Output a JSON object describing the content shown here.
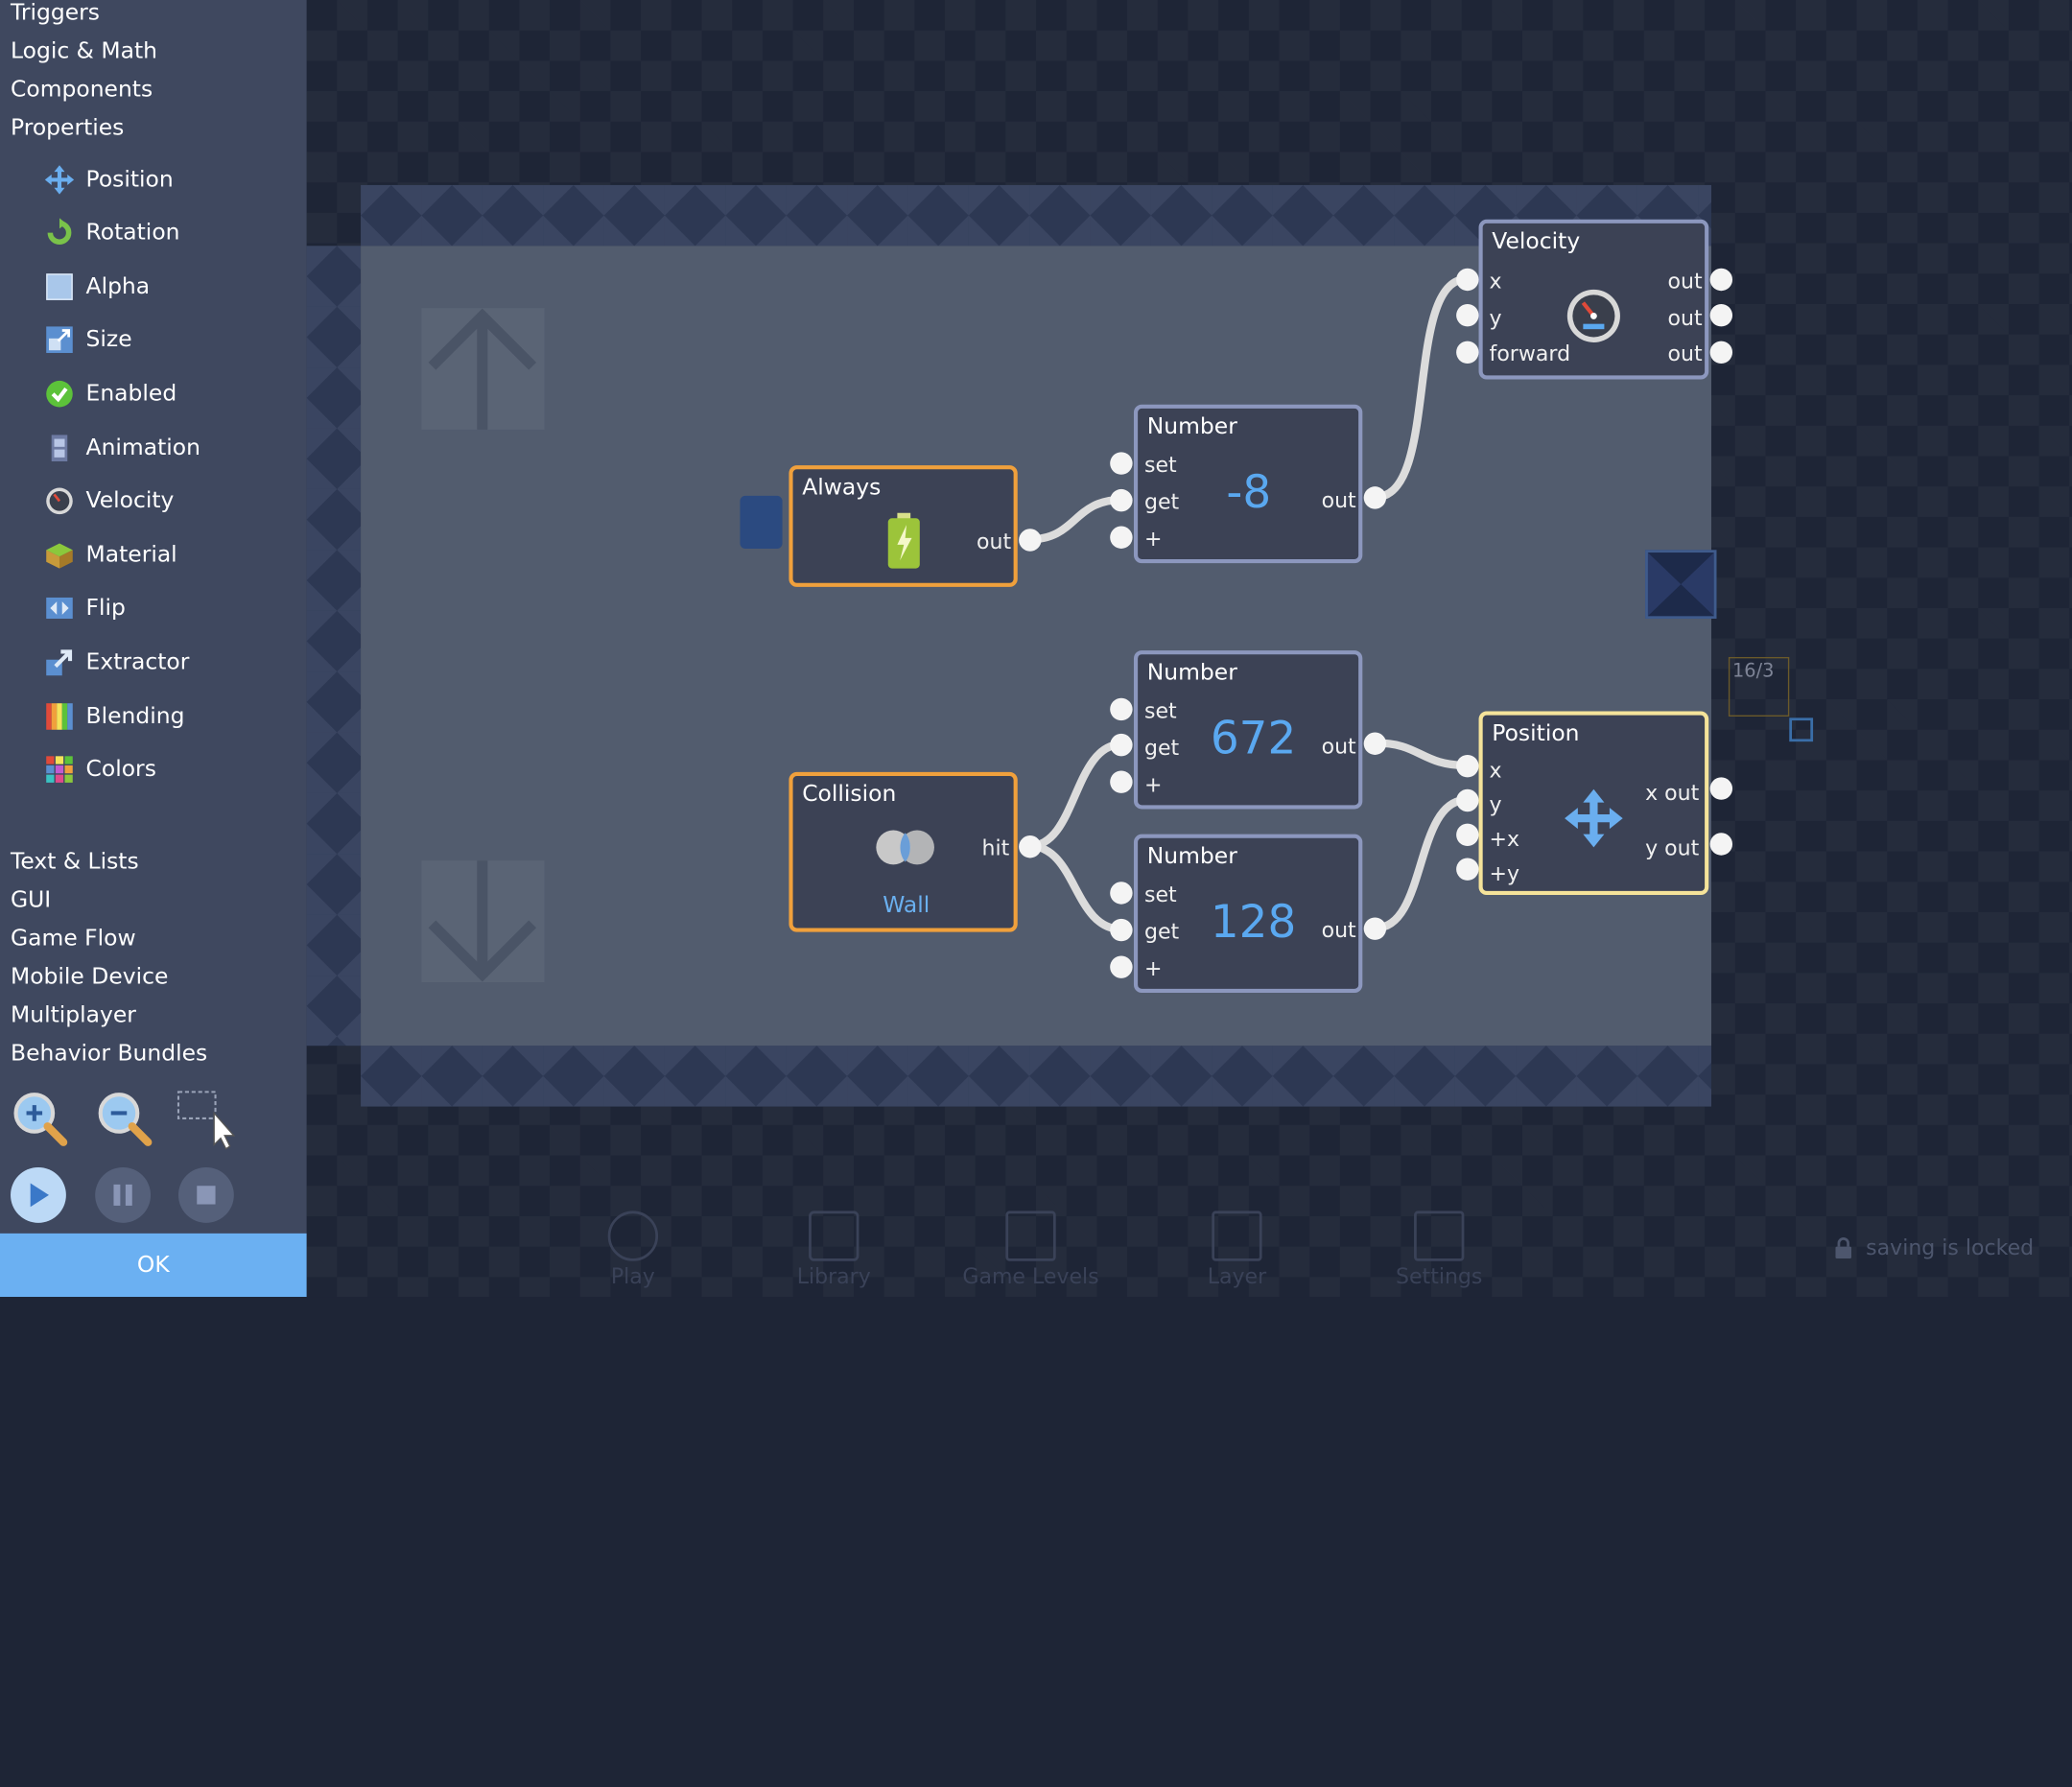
{
  "sidebar": {
    "categories_top": [
      "Triggers",
      "Logic & Math",
      "Components",
      "Properties"
    ],
    "properties": [
      {
        "label": "Position",
        "icon": "move-icon"
      },
      {
        "label": "Rotation",
        "icon": "rotation-icon"
      },
      {
        "label": "Alpha",
        "icon": "alpha-icon"
      },
      {
        "label": "Size",
        "icon": "size-icon"
      },
      {
        "label": "Enabled",
        "icon": "checkmark-icon"
      },
      {
        "label": "Animation",
        "icon": "filmstrip-icon"
      },
      {
        "label": "Velocity",
        "icon": "speedometer-icon"
      },
      {
        "label": "Material",
        "icon": "material-cube-icon"
      },
      {
        "label": "Flip",
        "icon": "flip-icon"
      },
      {
        "label": "Extractor",
        "icon": "extractor-icon"
      },
      {
        "label": "Blending",
        "icon": "blending-icon"
      },
      {
        "label": "Colors",
        "icon": "colors-grid-icon"
      }
    ],
    "categories_bottom": [
      "Text & Lists",
      "GUI",
      "Game Flow",
      "Mobile Device",
      "Multiplayer",
      "Behavior Bundles"
    ],
    "ok_label": "OK"
  },
  "nodes": {
    "always": {
      "title": "Always",
      "out": "out"
    },
    "collision": {
      "title": "Collision",
      "target": "Wall",
      "out": "hit"
    },
    "number1": {
      "title": "Number",
      "value": "-8",
      "in": [
        "set",
        "get",
        "+"
      ],
      "out": "out"
    },
    "number2": {
      "title": "Number",
      "value": "672",
      "in": [
        "set",
        "get",
        "+"
      ],
      "out": "out"
    },
    "number3": {
      "title": "Number",
      "value": "128",
      "in": [
        "set",
        "get",
        "+"
      ],
      "out": "out"
    },
    "velocity": {
      "title": "Velocity",
      "in": [
        "x",
        "y",
        "forward"
      ],
      "out": [
        "out",
        "out",
        "out"
      ]
    },
    "position": {
      "title": "Position",
      "in": [
        "x",
        "y",
        "+x",
        "+y"
      ],
      "out": [
        "x out",
        "y out"
      ]
    }
  },
  "stage": {
    "counter": "16/3"
  },
  "tabbar": [
    "Play",
    "Library",
    "Game Levels",
    "Layer",
    "Settings"
  ],
  "status": {
    "saving": "saving is locked"
  },
  "colors": {
    "accent": "#6bb0f2",
    "node_border": "#8c97be",
    "trigger_border": "#f0a03c",
    "position_border": "#f5e39a",
    "value_text": "#5aa8f0"
  }
}
